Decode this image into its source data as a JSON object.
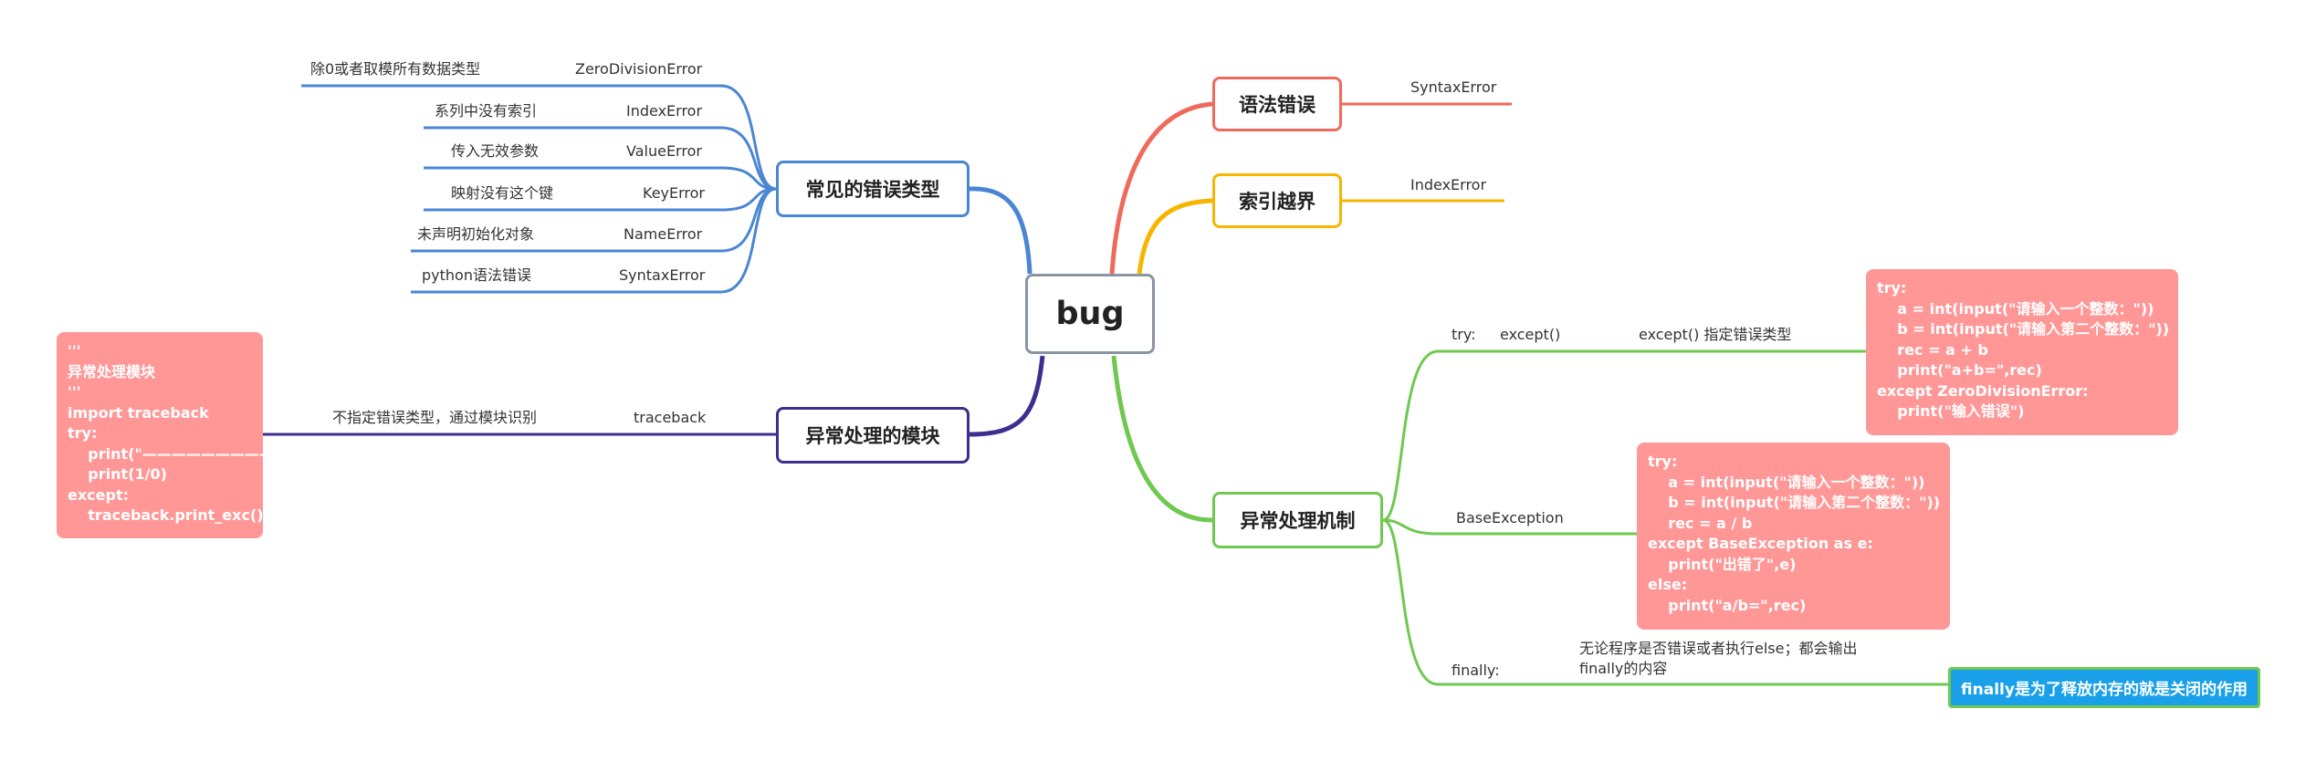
{
  "root": {
    "label": "bug"
  },
  "colors": {
    "syntax": "#ef6a5a",
    "index": "#f7b500",
    "common": "#4a86d4",
    "module": "#3b2f8f",
    "mechanism": "#6fc84f",
    "code_bg": "#ff9797",
    "highlight_bg": "#1aa0e8"
  },
  "branches": {
    "syntax": {
      "label": "语法错误",
      "child": "SyntaxError"
    },
    "index": {
      "label": "索引越界",
      "child": "IndexError"
    },
    "common": {
      "label": "常见的错误类型",
      "items": [
        {
          "desc": "除0或者取模所有数据类型",
          "error": "ZeroDivisionError"
        },
        {
          "desc": "系列中没有索引",
          "error": "IndexError"
        },
        {
          "desc": "传入无效参数",
          "error": "ValueError"
        },
        {
          "desc": "映射没有这个键",
          "error": "KeyError"
        },
        {
          "desc": "未声明初始化对象",
          "error": "NameError"
        },
        {
          "desc": "python语法错误",
          "error": "SyntaxError"
        }
      ]
    },
    "module": {
      "label": "异常处理的模块",
      "child": "traceback",
      "desc": "不指定错误类型，通过模块识别",
      "code": "'''\n异常处理模块\n'''\nimport traceback\ntry:\n    print(\"——————————\")\n    print(1/0)\nexcept:\n    traceback.print_exc()"
    },
    "mechanism": {
      "label": "异常处理机制",
      "try": {
        "label": "try:",
        "except": "except()",
        "desc": "except() 指定错误类型",
        "code": "try:\n    a = int(input(\"请输入一个整数：\"))\n    b = int(input(\"请输入第二个整数：\"))\n    rec = a + b\n    print(\"a+b=\",rec)\nexcept ZeroDivisionError:\n    print(\"输入错误\")"
      },
      "base": {
        "label": "BaseException",
        "code": "try:\n    a = int(input(\"请输入一个整数：\"))\n    b = int(input(\"请输入第二个整数：\"))\n    rec = a / b\nexcept BaseException as e:\n    print(\"出错了\",e)\nelse:\n    print(\"a/b=\",rec)"
      },
      "finally": {
        "label": "finally:",
        "desc_line1": "无论程序是否错误或者执行else；都会输出",
        "desc_line2": "finally的内容",
        "note": "finally是为了释放内存的就是关闭的作用"
      }
    }
  }
}
